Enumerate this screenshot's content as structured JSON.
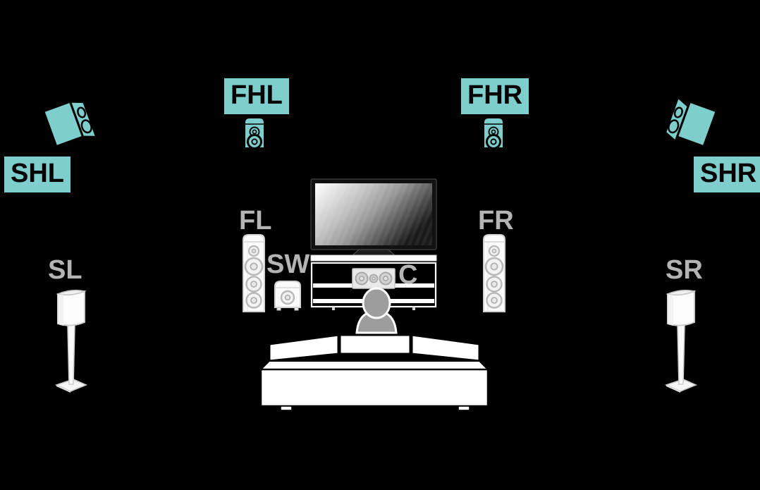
{
  "diagram": {
    "title": "Home theater speaker layout",
    "background_color": "#000000",
    "accent_color": "#7ecece",
    "gray_label_color": "#b4b4b4",
    "speaker_body_color": "#f2f2f2",
    "driver_color": "#b0b0b0"
  },
  "labels": {
    "shl": "SHL",
    "fhl": "FHL",
    "fhr": "FHR",
    "shr": "SHR",
    "sl": "SL",
    "fl": "FL",
    "sw": "SW",
    "c": "C",
    "fr": "FR",
    "sr": "SR"
  },
  "speakers": [
    {
      "id": "shl",
      "label": "SHL",
      "type": "surround-height-left",
      "style": "tilted-box",
      "highlighted": true
    },
    {
      "id": "fhl",
      "label": "FHL",
      "type": "front-height-left",
      "style": "bookshelf",
      "highlighted": true
    },
    {
      "id": "fhr",
      "label": "FHR",
      "type": "front-height-right",
      "style": "bookshelf",
      "highlighted": true
    },
    {
      "id": "shr",
      "label": "SHR",
      "type": "surround-height-right",
      "style": "tilted-box",
      "highlighted": true
    },
    {
      "id": "sl",
      "label": "SL",
      "type": "surround-left",
      "style": "stand",
      "highlighted": false
    },
    {
      "id": "fl",
      "label": "FL",
      "type": "front-left",
      "style": "tower",
      "highlighted": false
    },
    {
      "id": "sw",
      "label": "SW",
      "type": "subwoofer",
      "style": "subwoofer",
      "highlighted": false
    },
    {
      "id": "c",
      "label": "C",
      "type": "center",
      "style": "center-box",
      "highlighted": false
    },
    {
      "id": "fr",
      "label": "FR",
      "type": "front-right",
      "style": "tower",
      "highlighted": false
    },
    {
      "id": "sr",
      "label": "SR",
      "type": "surround-right",
      "style": "stand",
      "highlighted": false
    }
  ],
  "furniture": {
    "tv": "television",
    "cabinet": "tv-cabinet",
    "sofa": "sofa",
    "listener": "listener"
  }
}
